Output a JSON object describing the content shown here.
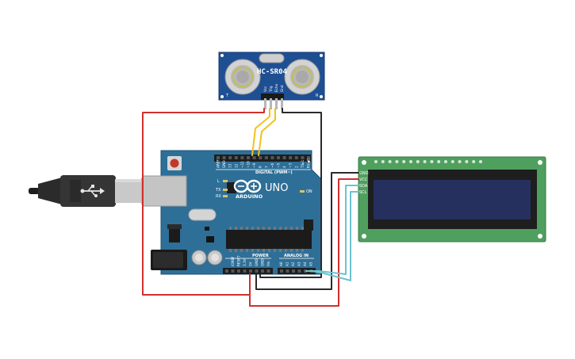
{
  "sensor": {
    "model": "HC-SR04",
    "pins": [
      "Vcc",
      "Trig",
      "Echo",
      "Gnd"
    ],
    "left_mark": "T",
    "right_mark": "R"
  },
  "arduino": {
    "logo_text": "ARDUINO",
    "model": "UNO",
    "digital_header": "DIGITAL (PWM~)",
    "digital_pins": [
      "AREF",
      "GND",
      "13",
      "12",
      "~11",
      "~10",
      "~9",
      "8",
      "7",
      "~6",
      "~5",
      "4",
      "~3",
      "2",
      "TX▸1",
      "RX◀0"
    ],
    "power_header": "POWER",
    "power_pins": [
      "IOREF",
      "RESET",
      "3.3V",
      "5V",
      "GND",
      "GND",
      "Vin"
    ],
    "analog_header": "ANALOG IN",
    "analog_pins": [
      "A0",
      "A1",
      "A2",
      "A3",
      "A4",
      "A5"
    ],
    "led_labels": [
      "L",
      "TX",
      "RX",
      "ON"
    ]
  },
  "lcd": {
    "pins": [
      "GND",
      "VCC",
      "SDA",
      "SCL"
    ]
  },
  "colors": {
    "red_wire": "#d0302f",
    "black_wire": "#2a2a2a",
    "yellow_wire": "#f2c21b",
    "cyan_wire": "#6cc3cf",
    "board_blue": "#2e6f98",
    "lcd_green": "#4fa05f",
    "lcd_screen": "#25305f",
    "sensor_blue": "#1f4f93"
  }
}
